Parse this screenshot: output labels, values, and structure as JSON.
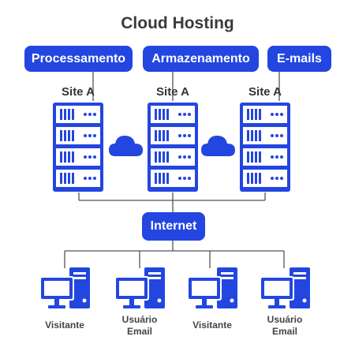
{
  "title": "Cloud Hosting",
  "services": [
    "Processamento",
    "Armazenamento",
    "E-mails"
  ],
  "site_label": "Site A",
  "internet_label": "Internet",
  "clients": [
    {
      "line1": "Visitante",
      "line2": ""
    },
    {
      "line1": "Usuário",
      "line2": "Email"
    },
    {
      "line1": "Visitante",
      "line2": ""
    },
    {
      "line1": "Usuário",
      "line2": "Email"
    }
  ],
  "colors": {
    "accent": "#2346e0",
    "line": "#555555",
    "title": "#3a3a3a"
  },
  "icons": [
    "server-icon",
    "cloud-icon",
    "desktop-computer-icon"
  ]
}
